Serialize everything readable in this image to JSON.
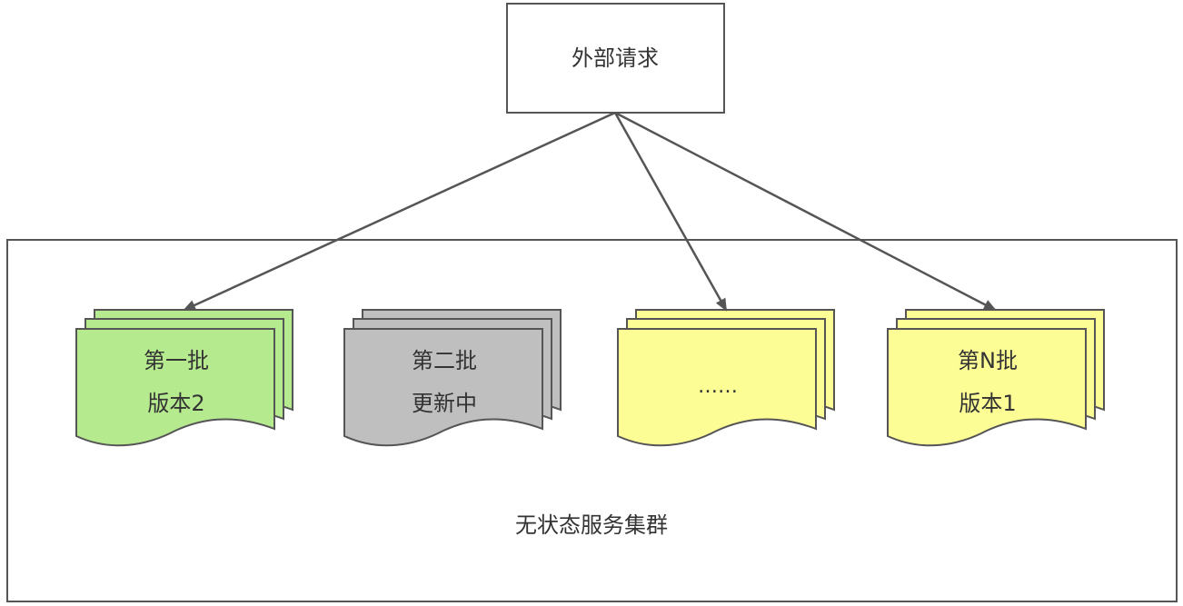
{
  "request_box": {
    "label": "外部请求"
  },
  "cluster": {
    "label": "无状态服务集群"
  },
  "batches": [
    {
      "line1": "第一批",
      "line2": "版本2",
      "color": "#b6ea8f"
    },
    {
      "line1": "第二批",
      "line2": "更新中",
      "color": "#bfbfbf"
    },
    {
      "line1": "……",
      "line2": "",
      "color": "#fdfd96"
    },
    {
      "line1": "第N批",
      "line2": "版本1",
      "color": "#fdfd96"
    }
  ],
  "colors": {
    "stroke": "#555555",
    "text": "#333333"
  }
}
